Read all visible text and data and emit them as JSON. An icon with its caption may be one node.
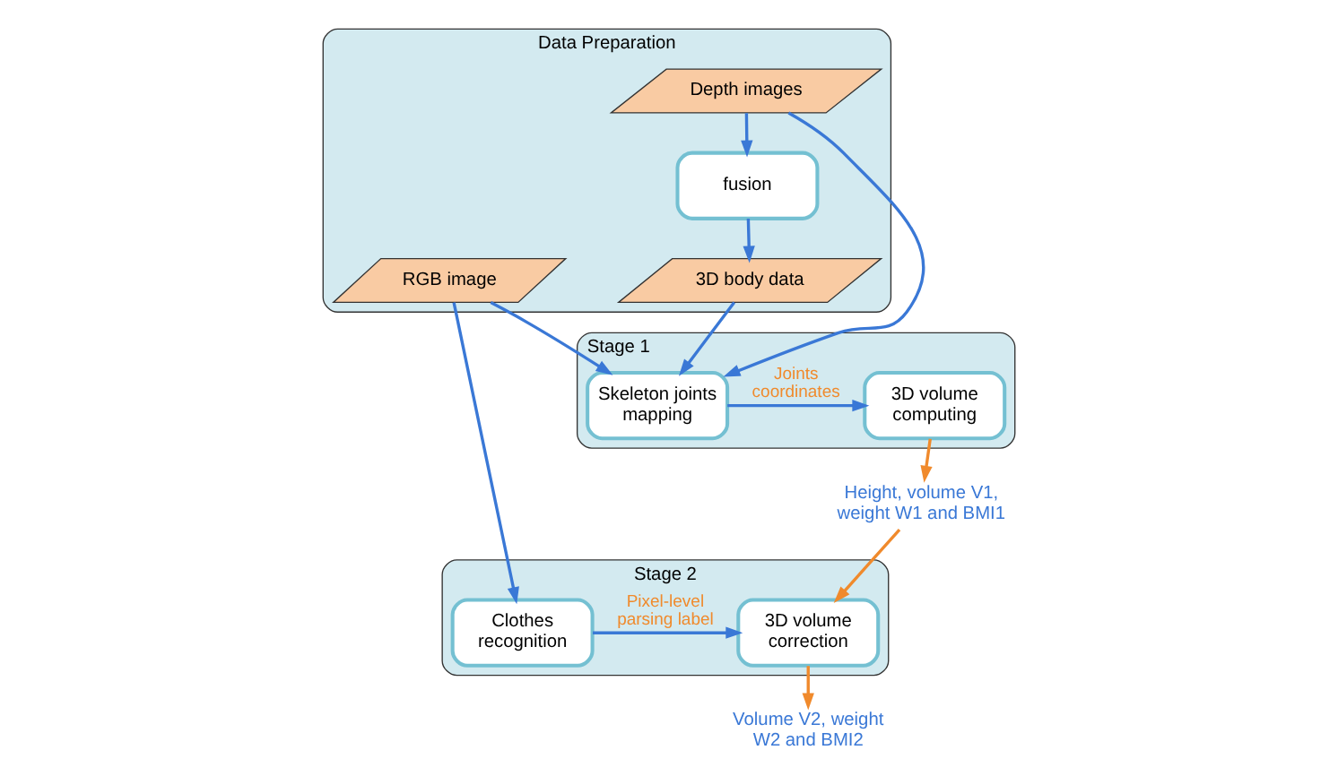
{
  "diagram": {
    "nodes": [
      {
        "text": [
          "Data Preparation"
        ]
      },
      {
        "text": [
          "3D body data"
        ],
        "in": 0
      },
      {
        "text": [
          "fusion"
        ],
        "in": 0
      },
      {
        "text": [
          "Depth images"
        ],
        "in": 0
      },
      {
        "text": [
          "RGB image"
        ],
        "in": 0
      },
      {
        "text": [
          "Stage 1"
        ]
      },
      {
        "text": [
          "Skeleton joints mapping"
        ],
        "in": 5
      },
      {
        "text": [
          "3D volume computing"
        ],
        "in": 5
      },
      {
        "text": [
          "Height, volume V1, weight W1 and BMI1"
        ]
      },
      {
        "text": [
          "Stage 2"
        ]
      },
      {
        "text": [
          "Clothes recognition"
        ],
        "in": 9
      },
      {
        "text": [
          "3D volume correction"
        ],
        "in": 9
      },
      {
        "text": [
          "Volume V2, weight W2 and BMI2"
        ]
      }
    ],
    "edges": [
      {
        "from": 3,
        "to": 2,
        "arrow": "to"
      },
      {
        "from": 2,
        "to": 1,
        "arrow": "to"
      },
      {
        "from": 1,
        "to": 6,
        "arrow": "to"
      },
      {
        "from": 3,
        "to": 6,
        "arrow": "to"
      },
      {
        "from": 4,
        "to": 6,
        "arrow": "to"
      },
      {
        "from": 4,
        "to": 10,
        "arrow": "to"
      },
      {
        "from": 6,
        "to": 7,
        "arrow": "to",
        "label": "Joints coordinates"
      },
      {
        "from": 7,
        "to": 8,
        "arrow": "to",
        "color": "#f08a2c"
      },
      {
        "from": 8,
        "to": 11,
        "arrow": "to",
        "color": "#f08a2c"
      },
      {
        "from": 10,
        "to": 11,
        "arrow": "to",
        "label": "Pixel-level parsing label"
      },
      {
        "from": 11,
        "to": 12,
        "arrow": "to",
        "color": "#f08a2c"
      }
    ]
  }
}
